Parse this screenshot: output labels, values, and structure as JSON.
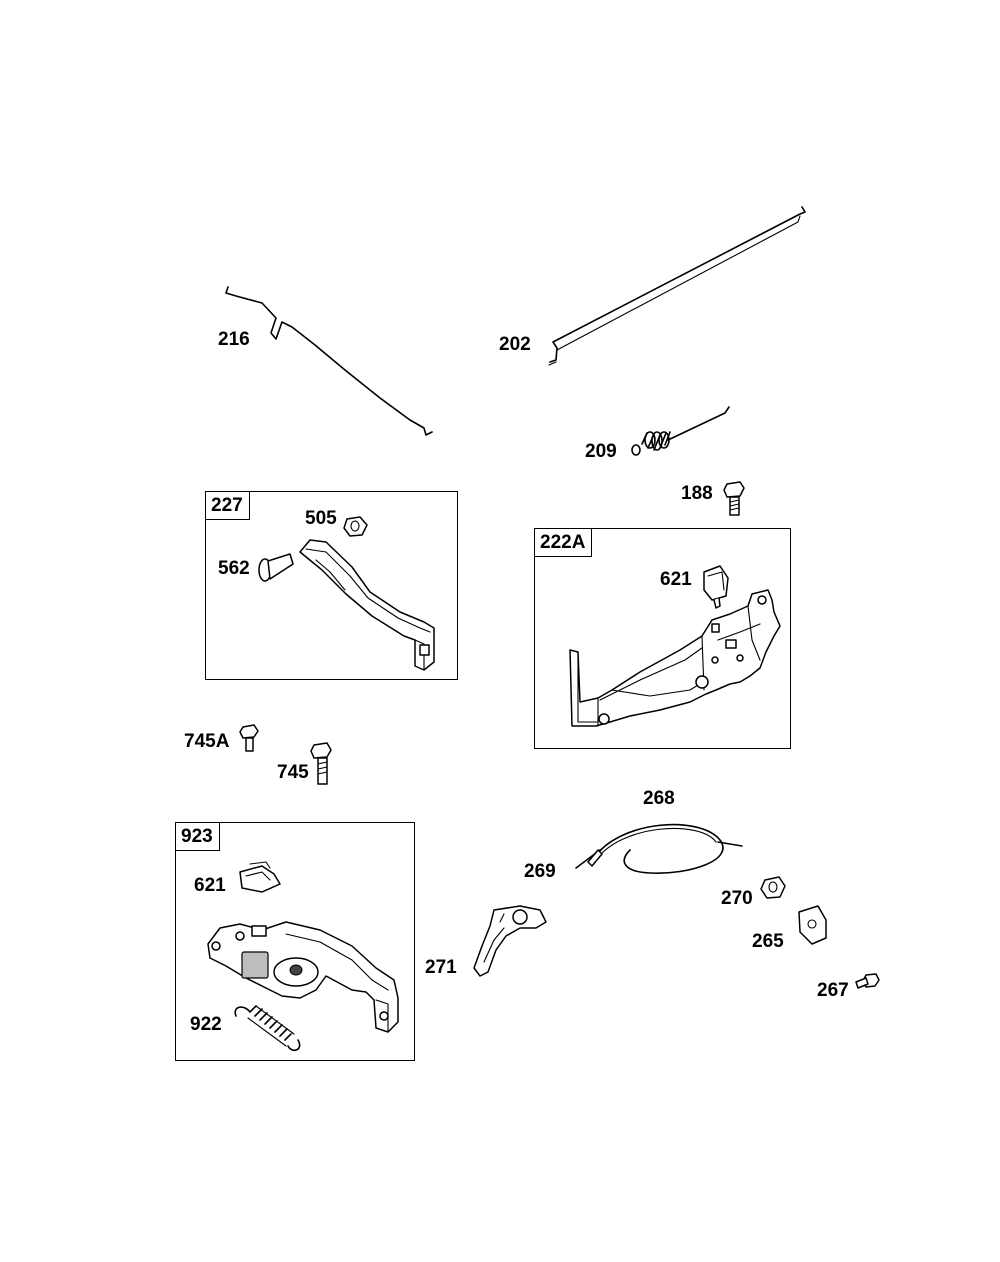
{
  "kits": {
    "k227": "227",
    "k222a": "222A",
    "k923": "923"
  },
  "labels": {
    "l216": "216",
    "l202": "202",
    "l209": "209",
    "l188": "188",
    "l505": "505",
    "l562": "562",
    "l621a": "621",
    "l745a": "745A",
    "l745": "745",
    "l268": "268",
    "l269": "269",
    "l270": "270",
    "l265": "265",
    "l267": "267",
    "l271": "271",
    "l621b": "621",
    "l922": "922"
  }
}
